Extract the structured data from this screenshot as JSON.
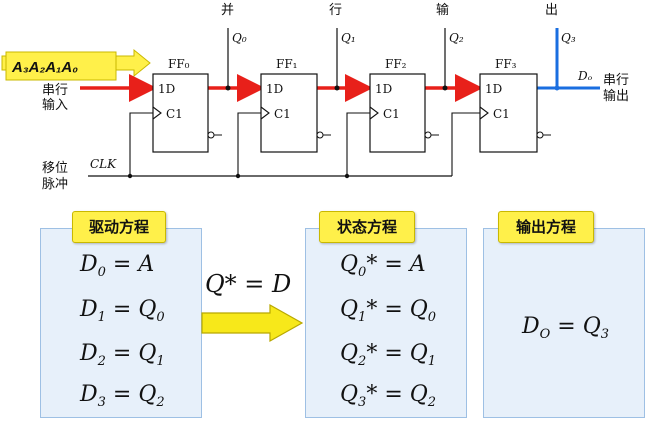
{
  "circuit": {
    "input_bits": "A₃A₂A₁A₀",
    "serial_in_label_1": "串行",
    "serial_in_label_2": "输入",
    "shift_label_1": "移位",
    "shift_label_2": "脉冲",
    "clk_label": "CLK",
    "parallel_chars": [
      "并",
      "行",
      "输",
      "出"
    ],
    "flipflops": [
      {
        "name": "FF₀",
        "d": "1D",
        "c": "C1"
      },
      {
        "name": "FF₁",
        "d": "1D",
        "c": "C1"
      },
      {
        "name": "FF₂",
        "d": "1D",
        "c": "C1"
      },
      {
        "name": "FF₃",
        "d": "1D",
        "c": "C1"
      }
    ],
    "q_outputs": [
      "Q₀",
      "Q₁",
      "Q₂",
      "Q₃"
    ],
    "serial_out_name": "Dₒ",
    "serial_out_label_1": "串行",
    "serial_out_label_2": "输出",
    "colors": {
      "data_path": "#e8201a",
      "output_path": "#1a6ee0",
      "input_box": "#fff04a",
      "panel_bg": "#e7f0fa",
      "arrow_fill": "#f7e81a"
    }
  },
  "drive_panel": {
    "title": "驱动方程",
    "equations": [
      {
        "lhs": "D",
        "lsub": "0",
        "rhs": "A",
        "rsub": ""
      },
      {
        "lhs": "D",
        "lsub": "1",
        "rhs": "Q",
        "rsub": "0"
      },
      {
        "lhs": "D",
        "lsub": "2",
        "rhs": "Q",
        "rsub": "1"
      },
      {
        "lhs": "D",
        "lsub": "3",
        "rhs": "Q",
        "rsub": "2"
      }
    ]
  },
  "transfer": {
    "text": "Q* = D"
  },
  "state_panel": {
    "title": "状态方程",
    "equations": [
      {
        "lhs": "Q",
        "lsub": "0",
        "rhs": "A",
        "rsub": ""
      },
      {
        "lhs": "Q",
        "lsub": "1",
        "rhs": "Q",
        "rsub": "0"
      },
      {
        "lhs": "Q",
        "lsub": "2",
        "rhs": "Q",
        "rsub": "1"
      },
      {
        "lhs": "Q",
        "lsub": "3",
        "rhs": "Q",
        "rsub": "2"
      }
    ]
  },
  "output_panel": {
    "title": "输出方程",
    "equation": {
      "lhs": "D",
      "lsub": "O",
      "rhs": "Q",
      "rsub": "3"
    }
  }
}
